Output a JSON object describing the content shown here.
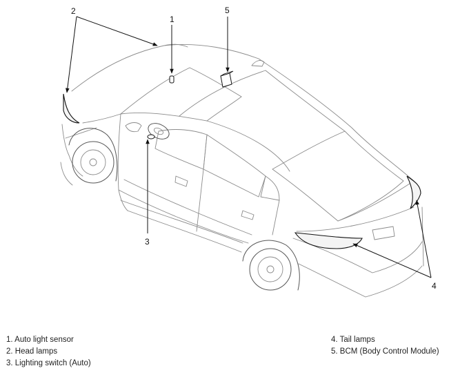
{
  "callouts": {
    "c1": "1",
    "c2": "2",
    "c3": "3",
    "c4": "4",
    "c5": "5"
  },
  "legend": {
    "left": [
      "1. Auto light sensor",
      "2. Head lamps",
      "3. Lighting switch (Auto)"
    ],
    "right": [
      "4. Tail lamps",
      "5. BCM (Body Control Module)"
    ]
  }
}
